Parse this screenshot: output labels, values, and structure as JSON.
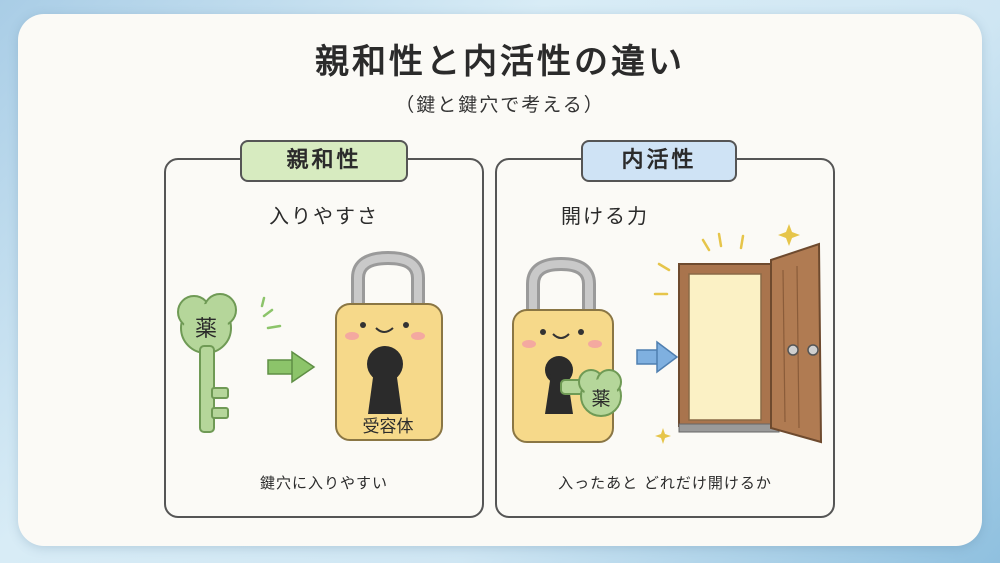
{
  "header": {
    "title": "親和性と内活性の違い",
    "subtitle": "（鍵と鍵穴で考える）"
  },
  "panels": [
    {
      "tag": "親和性",
      "heading": "入りやすさ",
      "caption": "鍵穴に入りやすい",
      "key_label": "薬",
      "lock_label": "受容体",
      "tag_color": "#d7ebc0"
    },
    {
      "tag": "内活性",
      "heading": "開ける力",
      "caption": "入ったあと どれだけ開けるか",
      "key_label": "薬",
      "tag_color": "#cfe3f5"
    }
  ],
  "colors": {
    "key_green": "#b5d69a",
    "lock_yellow": "#f6d98a",
    "door_brown": "#a9744d",
    "door_light": "#fbf1c5",
    "arrow_green": "#8cc46a",
    "arrow_blue": "#7fb0e0"
  }
}
